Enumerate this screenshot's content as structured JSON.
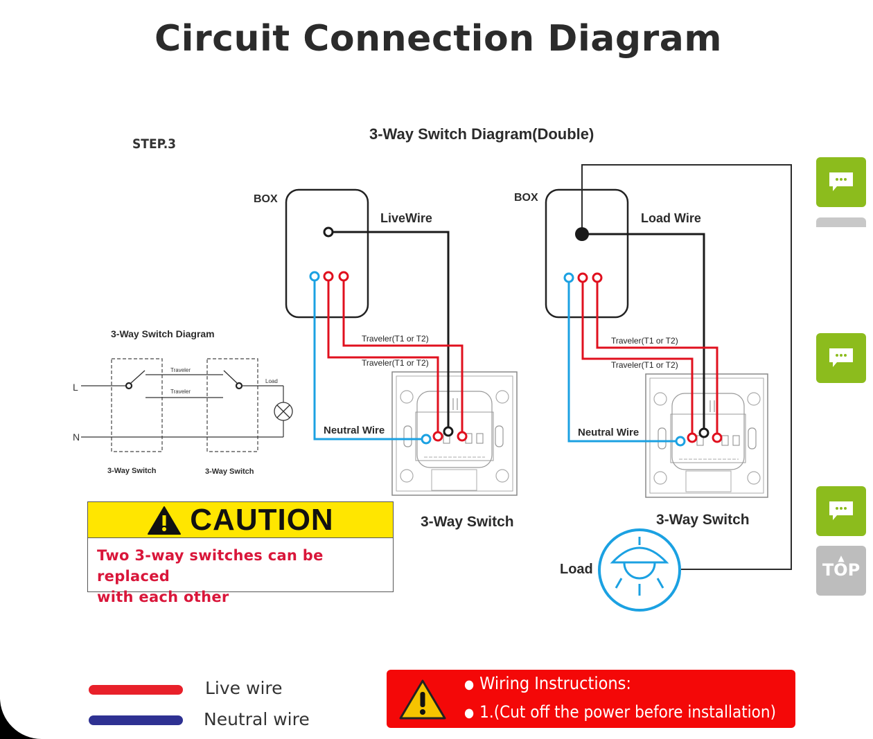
{
  "title": "Circuit Connection Diagram",
  "step_label": "STEP.3",
  "subtitle": "3-Way Switch Diagram(Double)",
  "schematic": {
    "title": "3-Way Switch Diagram",
    "line_label": "L",
    "neutral_label": "N",
    "traveler_top": "Traveler",
    "traveler_bottom": "Traveler",
    "load_label": "Load",
    "switch_left_label": "3-Way Switch",
    "switch_right_label": "3-Way Switch"
  },
  "left_panel": {
    "box_label": "BOX",
    "live_wire_label": "LiveWire",
    "traveler_1": "Traveler(T1 or T2)",
    "traveler_2": "Traveler(T1 or T2)",
    "neutral_wire_label": "Neutral Wire",
    "switch_label": "3-Way Switch"
  },
  "right_panel": {
    "box_label": "BOX",
    "load_wire_label": "Load Wire",
    "traveler_1": "Traveler(T1 or T2)",
    "traveler_2": "Traveler(T1 or T2)",
    "neutral_wire_label": "Neutral Wire",
    "switch_label": "3-Way Switch",
    "load_label": "Load"
  },
  "caution": {
    "title": "CAUTION",
    "line1": "Two 3-way switches can be replaced",
    "line2": "with each other"
  },
  "legend": [
    {
      "label": "Live wire",
      "color": "#e8202a"
    },
    {
      "label": "Neutral wire",
      "color": "#2e3192"
    }
  ],
  "wiring_instructions": {
    "heading": "Wiring Instructions:",
    "item1": "1.(Cut off the power before installation)"
  },
  "sidebar": {
    "chat_buttons": [
      "chat-1",
      "chat-2",
      "chat-3"
    ],
    "top_label": "TOP"
  },
  "colors": {
    "live": "#e0101e",
    "neutral": "#1ba1e2",
    "accent_green": "#8cbc1d",
    "caution_yellow": "#ffe600",
    "warning_red": "#f40808"
  }
}
